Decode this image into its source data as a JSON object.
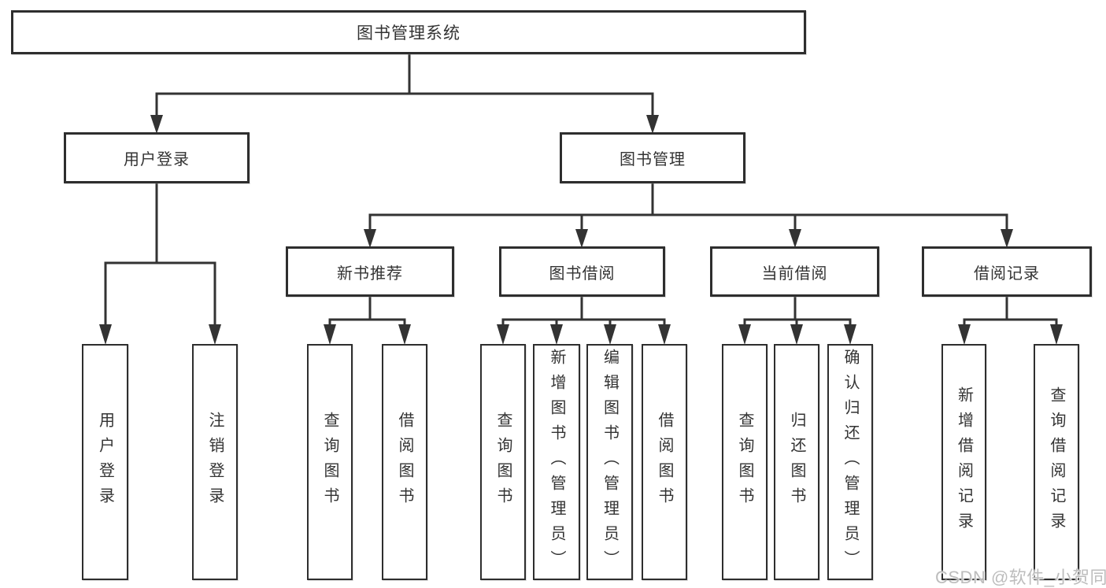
{
  "tree": {
    "root": {
      "label": "图书管理系统"
    },
    "branches": [
      {
        "label": "用户登录",
        "leaves": [
          {
            "label": "用户登录"
          },
          {
            "label": "注销登录"
          }
        ]
      },
      {
        "label": "图书管理",
        "groups": [
          {
            "label": "新书推荐",
            "leaves": [
              {
                "label": "查询图书"
              },
              {
                "label": "借阅图书"
              }
            ]
          },
          {
            "label": "图书借阅",
            "leaves": [
              {
                "label": "查询图书"
              },
              {
                "label": "新增图书（管理员）"
              },
              {
                "label": "编辑图书（管理员）"
              },
              {
                "label": "借阅图书"
              }
            ]
          },
          {
            "label": "当前借阅",
            "leaves": [
              {
                "label": "查询图书"
              },
              {
                "label": "归还图书"
              },
              {
                "label": "确认归还（管理员）"
              }
            ]
          },
          {
            "label": "借阅记录",
            "leaves": [
              {
                "label": "新增借阅记录"
              },
              {
                "label": "查询借阅记录"
              }
            ]
          }
        ]
      }
    ]
  },
  "watermark": "CSDN @软件_小贺同学",
  "colors": {
    "line": "#333333",
    "box_border": "#2e2e2e",
    "text": "#333333",
    "watermark": "#bdbdbd",
    "background": "#ffffff"
  }
}
